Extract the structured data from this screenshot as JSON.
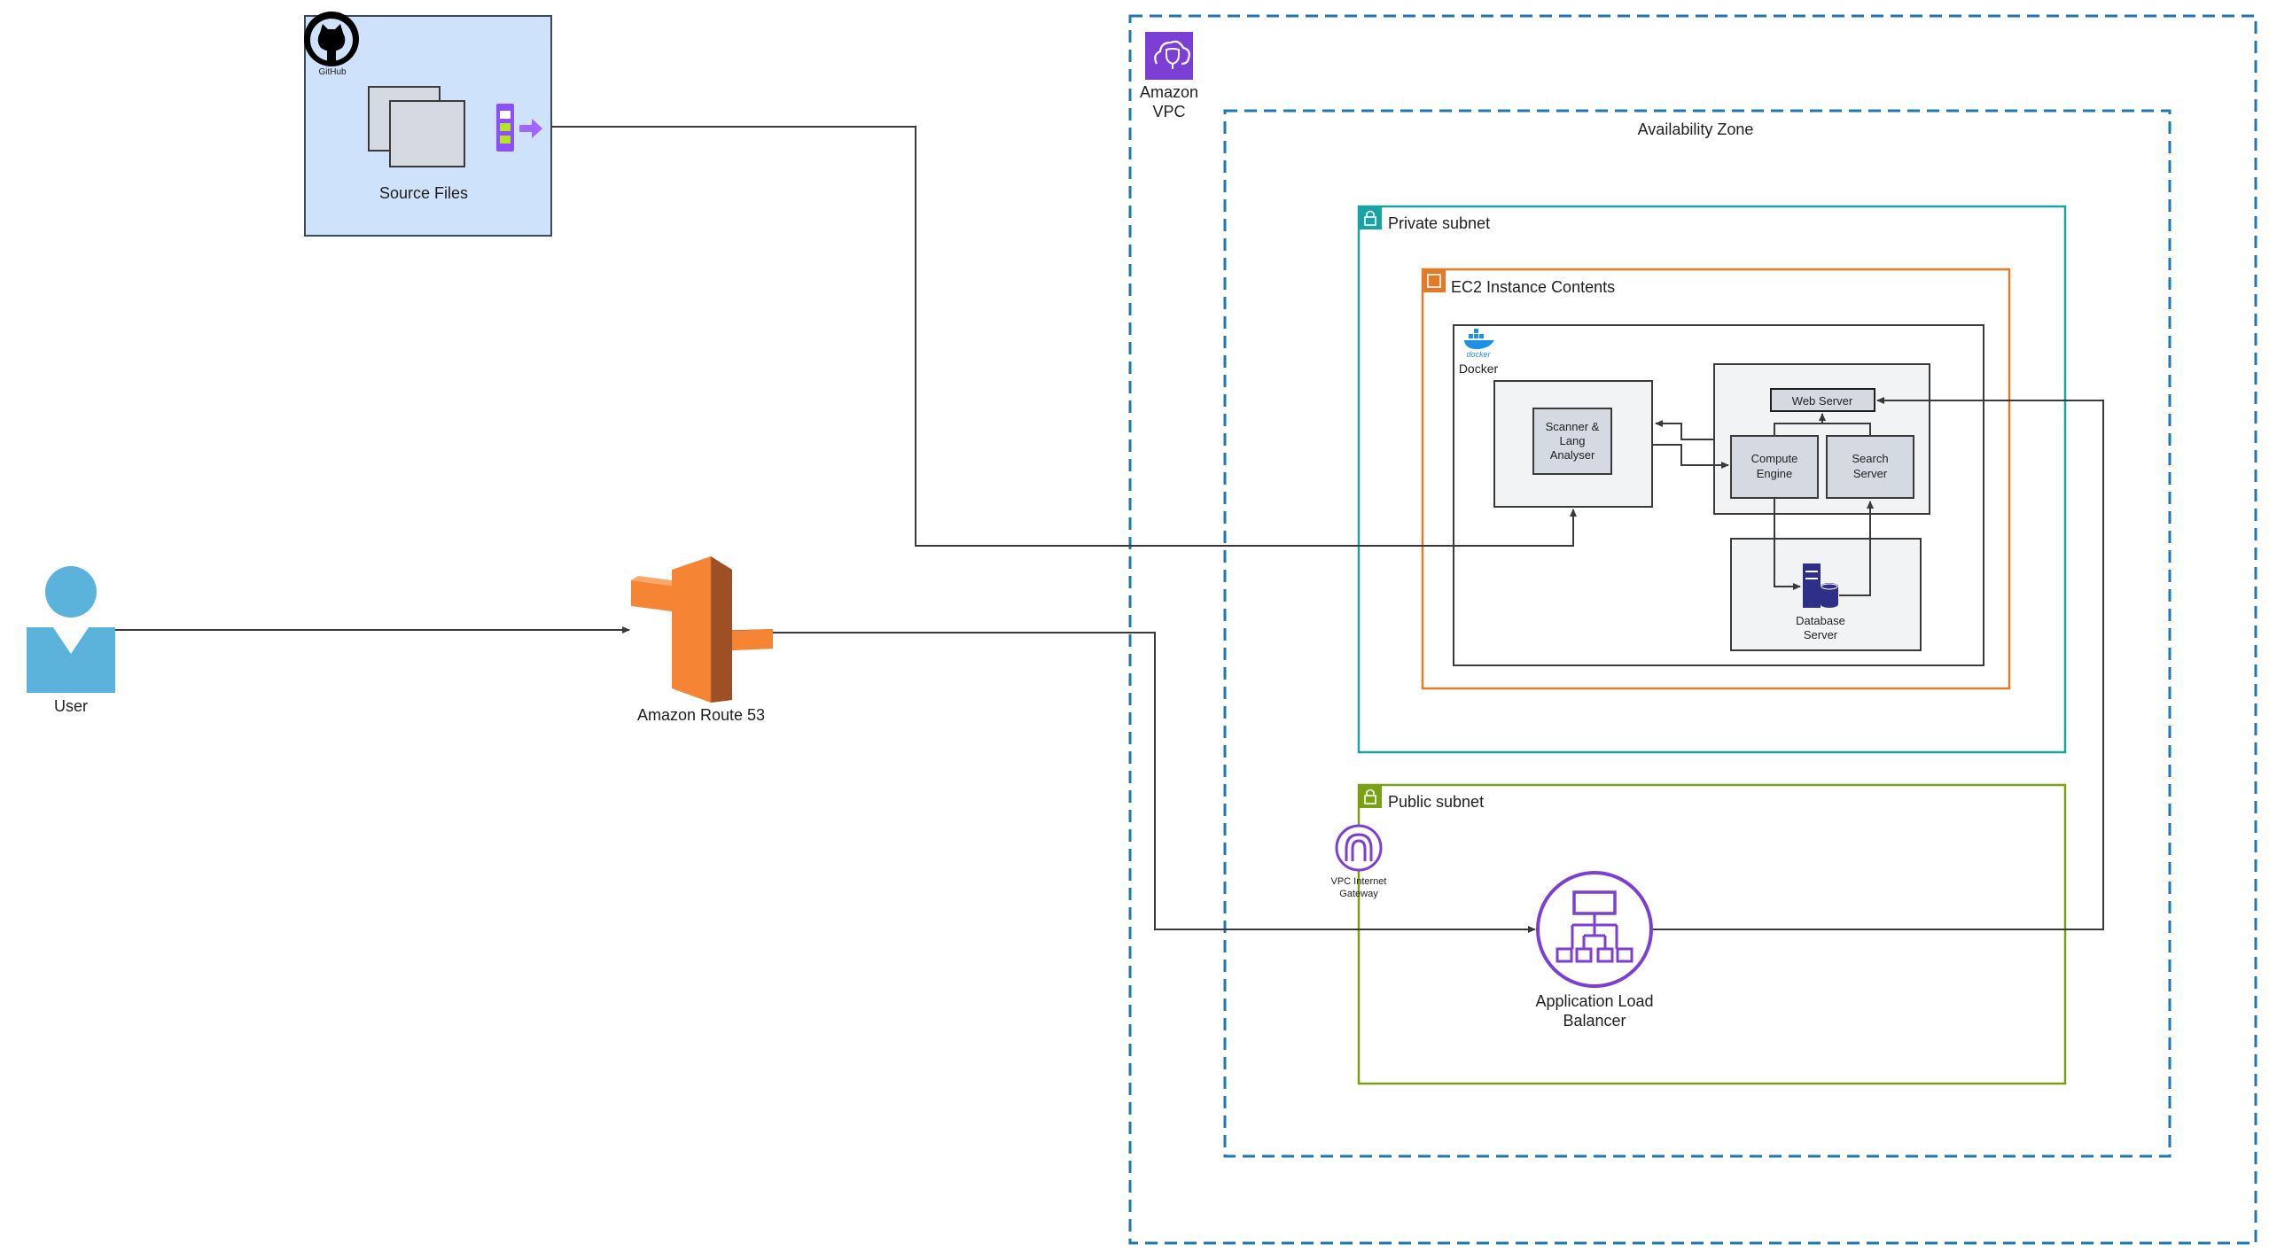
{
  "labels": {
    "github": "GitHub",
    "source_files": "Source Files",
    "amazon_vpc_line1": "Amazon",
    "amazon_vpc_line2": "VPC",
    "availability_zone": "Availability Zone",
    "private_subnet": "Private subnet",
    "ec2_contents": "EC2 Instance Contents",
    "docker_logo": "docker",
    "docker": "Docker",
    "scanner_line1": "Scanner &",
    "scanner_line2": "Lang",
    "scanner_line3": "Analyser",
    "web_server": "Web Server",
    "compute_line1": "Compute",
    "compute_line2": "Engine",
    "search_line1": "Search",
    "search_line2": "Server",
    "database_line1": "Database",
    "database_line2": "Server",
    "public_subnet": "Public subnet",
    "igw_line1": "VPC Internet",
    "igw_line2": "Gateway",
    "alb_line1": "Application Load",
    "alb_line2": "Balancer",
    "user": "User",
    "route53": "Amazon Route 53"
  },
  "colors": {
    "vpc_border": "#1f78b4",
    "private_subnet": "#1aa3a3",
    "ec2_border": "#e07b27",
    "public_subnet": "#7aa116",
    "aws_purple": "#7b3fd4",
    "route53_orange": "#f58534",
    "route53_dark": "#9d5025",
    "user_blue": "#5bb3dc",
    "github_fill": "#cfe2fb",
    "db_navy": "#2e2f86"
  }
}
